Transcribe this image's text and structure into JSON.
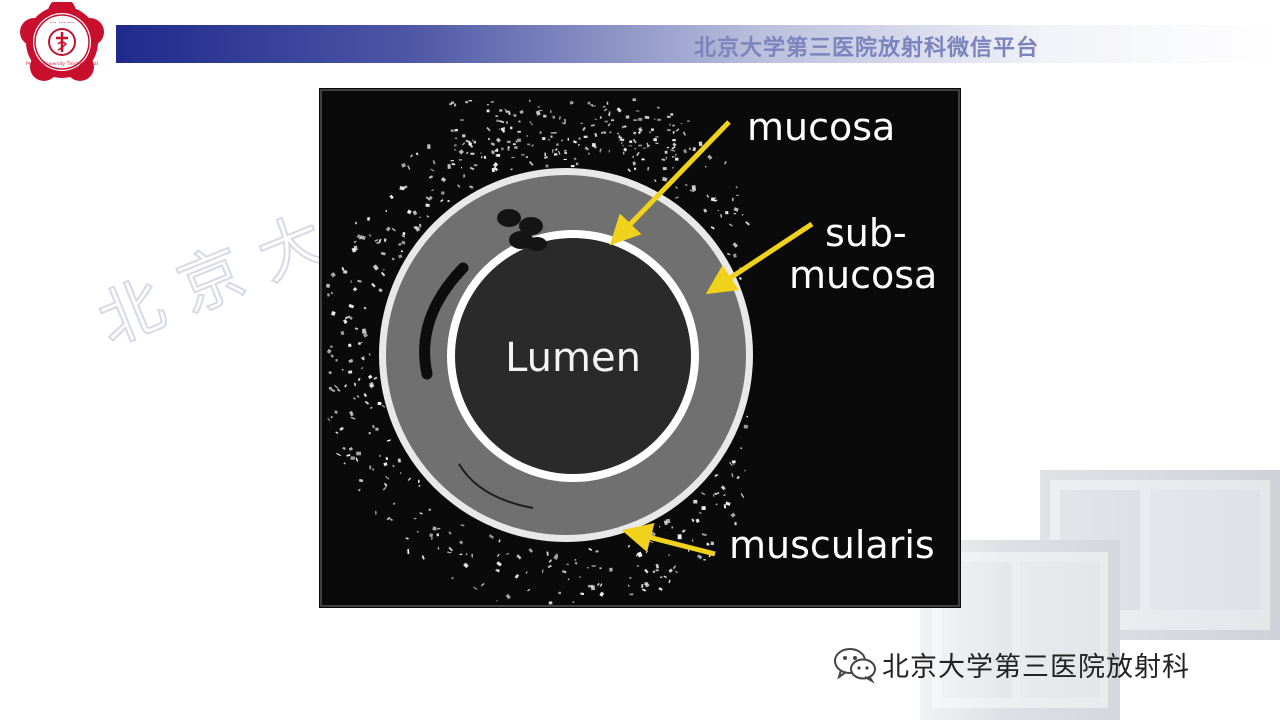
{
  "header": {
    "title": "北京大学第三医院放射科微信平台"
  },
  "logo": {
    "icon": "hospital-emblem"
  },
  "watermark": {
    "text": "北京大学第三医院放射科微信平台"
  },
  "figure": {
    "labels": {
      "mucosa": "mucosa",
      "submucosa_line1": "sub-",
      "submucosa_line2": "mucosa",
      "muscularis": "muscularis",
      "lumen": "Lumen"
    },
    "arrow_color": "#f0d21c"
  },
  "footer": {
    "icon": "wechat-icon",
    "text": "北京大学第三医院放射科"
  }
}
